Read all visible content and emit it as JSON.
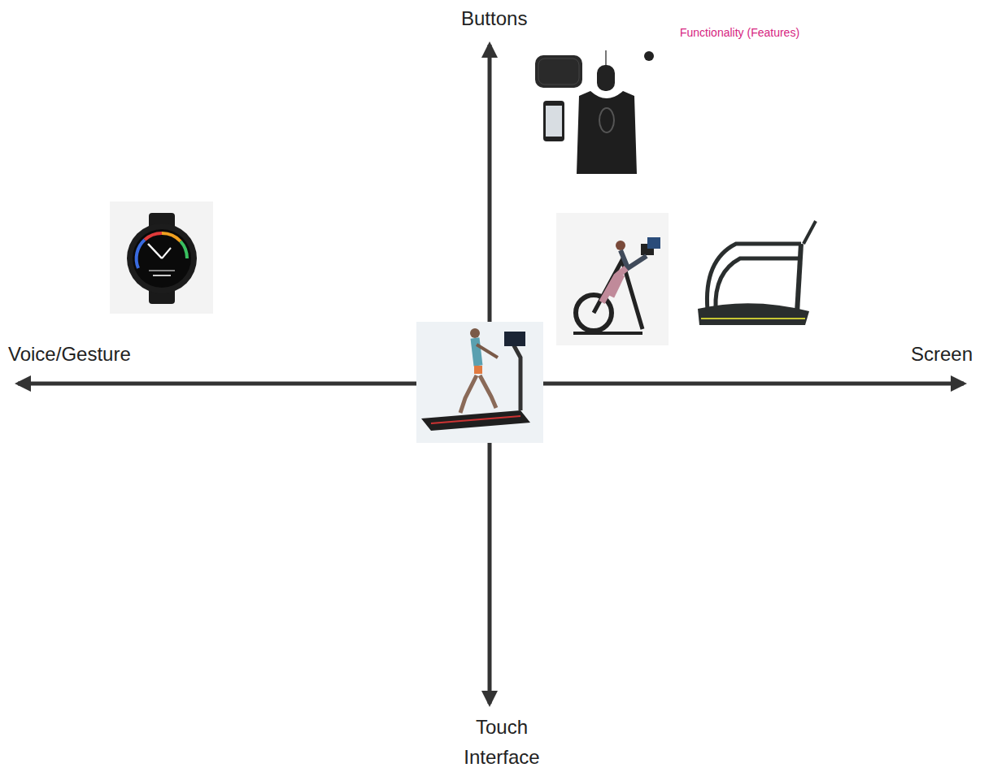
{
  "diagram": {
    "labels": [
      "Buttons",
      "Functionality (Features)",
      "Voice/Gesture",
      "Screen",
      "Touch Interface"
    ]
  }
}
